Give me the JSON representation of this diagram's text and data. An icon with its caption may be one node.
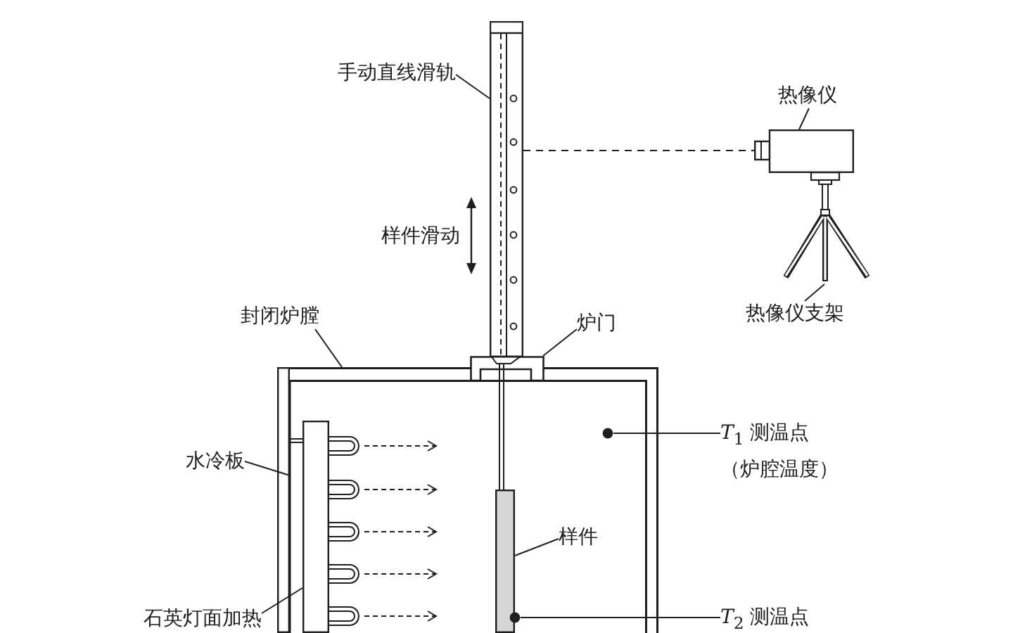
{
  "diagram": {
    "nodes": [
      {
        "text": [
          "手动直线滑轨"
        ]
      },
      {
        "text": [],
        "shape": "bar"
      },
      {
        "text": [
          "热像仪"
        ]
      },
      {
        "text": [],
        "shape": "box"
      },
      {
        "text": [
          "热像仪支架"
        ]
      },
      {
        "text": [],
        "shape": "picture"
      },
      {
        "text": [
          "封闭炉膛"
        ]
      },
      {
        "text": [],
        "shape": "box"
      },
      {
        "text": [
          "炉门"
        ]
      },
      {
        "text": [],
        "shape": "box"
      },
      {
        "text": [
          "水冷板"
        ]
      },
      {
        "text": [],
        "shape": "bar",
        "in": 7
      },
      {
        "text": [],
        "shape": "bar",
        "in": 7
      },
      {
        "text": [
          "石英灯面加热"
        ]
      },
      {
        "text": [],
        "shape": "bar",
        "in": 7
      },
      {
        "text": [
          "样件"
        ],
        "in": 7
      },
      {
        "text": [],
        "shape": "circle",
        "in": 7
      },
      {
        "text": [
          "*T*$_{1}$ 测温点",
          "（炉腔温度）"
        ]
      },
      {
        "text": [],
        "shape": "circle",
        "in": 7
      },
      {
        "text": [
          "*T*$_{2}$ 测温点"
        ]
      }
    ],
    "edges": [
      {
        "from": 0,
        "to": 1,
        "arrow": "none"
      },
      {
        "from": 1,
        "to": 3,
        "arrow": "none",
        "style": "dashed"
      },
      {
        "from": 2,
        "to": 3,
        "arrow": "none"
      },
      {
        "from": 4,
        "to": 5,
        "arrow": "none"
      },
      {
        "from": 6,
        "to": 7,
        "arrow": "none"
      },
      {
        "from": 8,
        "to": 9,
        "arrow": "none"
      },
      {
        "from": 10,
        "to": 11,
        "arrow": "none"
      },
      {
        "from": 13,
        "to": 12,
        "arrow": "none"
      },
      {
        "from": 15,
        "to": 14,
        "arrow": "none"
      },
      {
        "from": 16,
        "to": 17,
        "arrow": "none"
      },
      {
        "from": 18,
        "to": 19,
        "arrow": "none"
      }
    ],
    "labels": [
      "样件滑动"
    ]
  }
}
